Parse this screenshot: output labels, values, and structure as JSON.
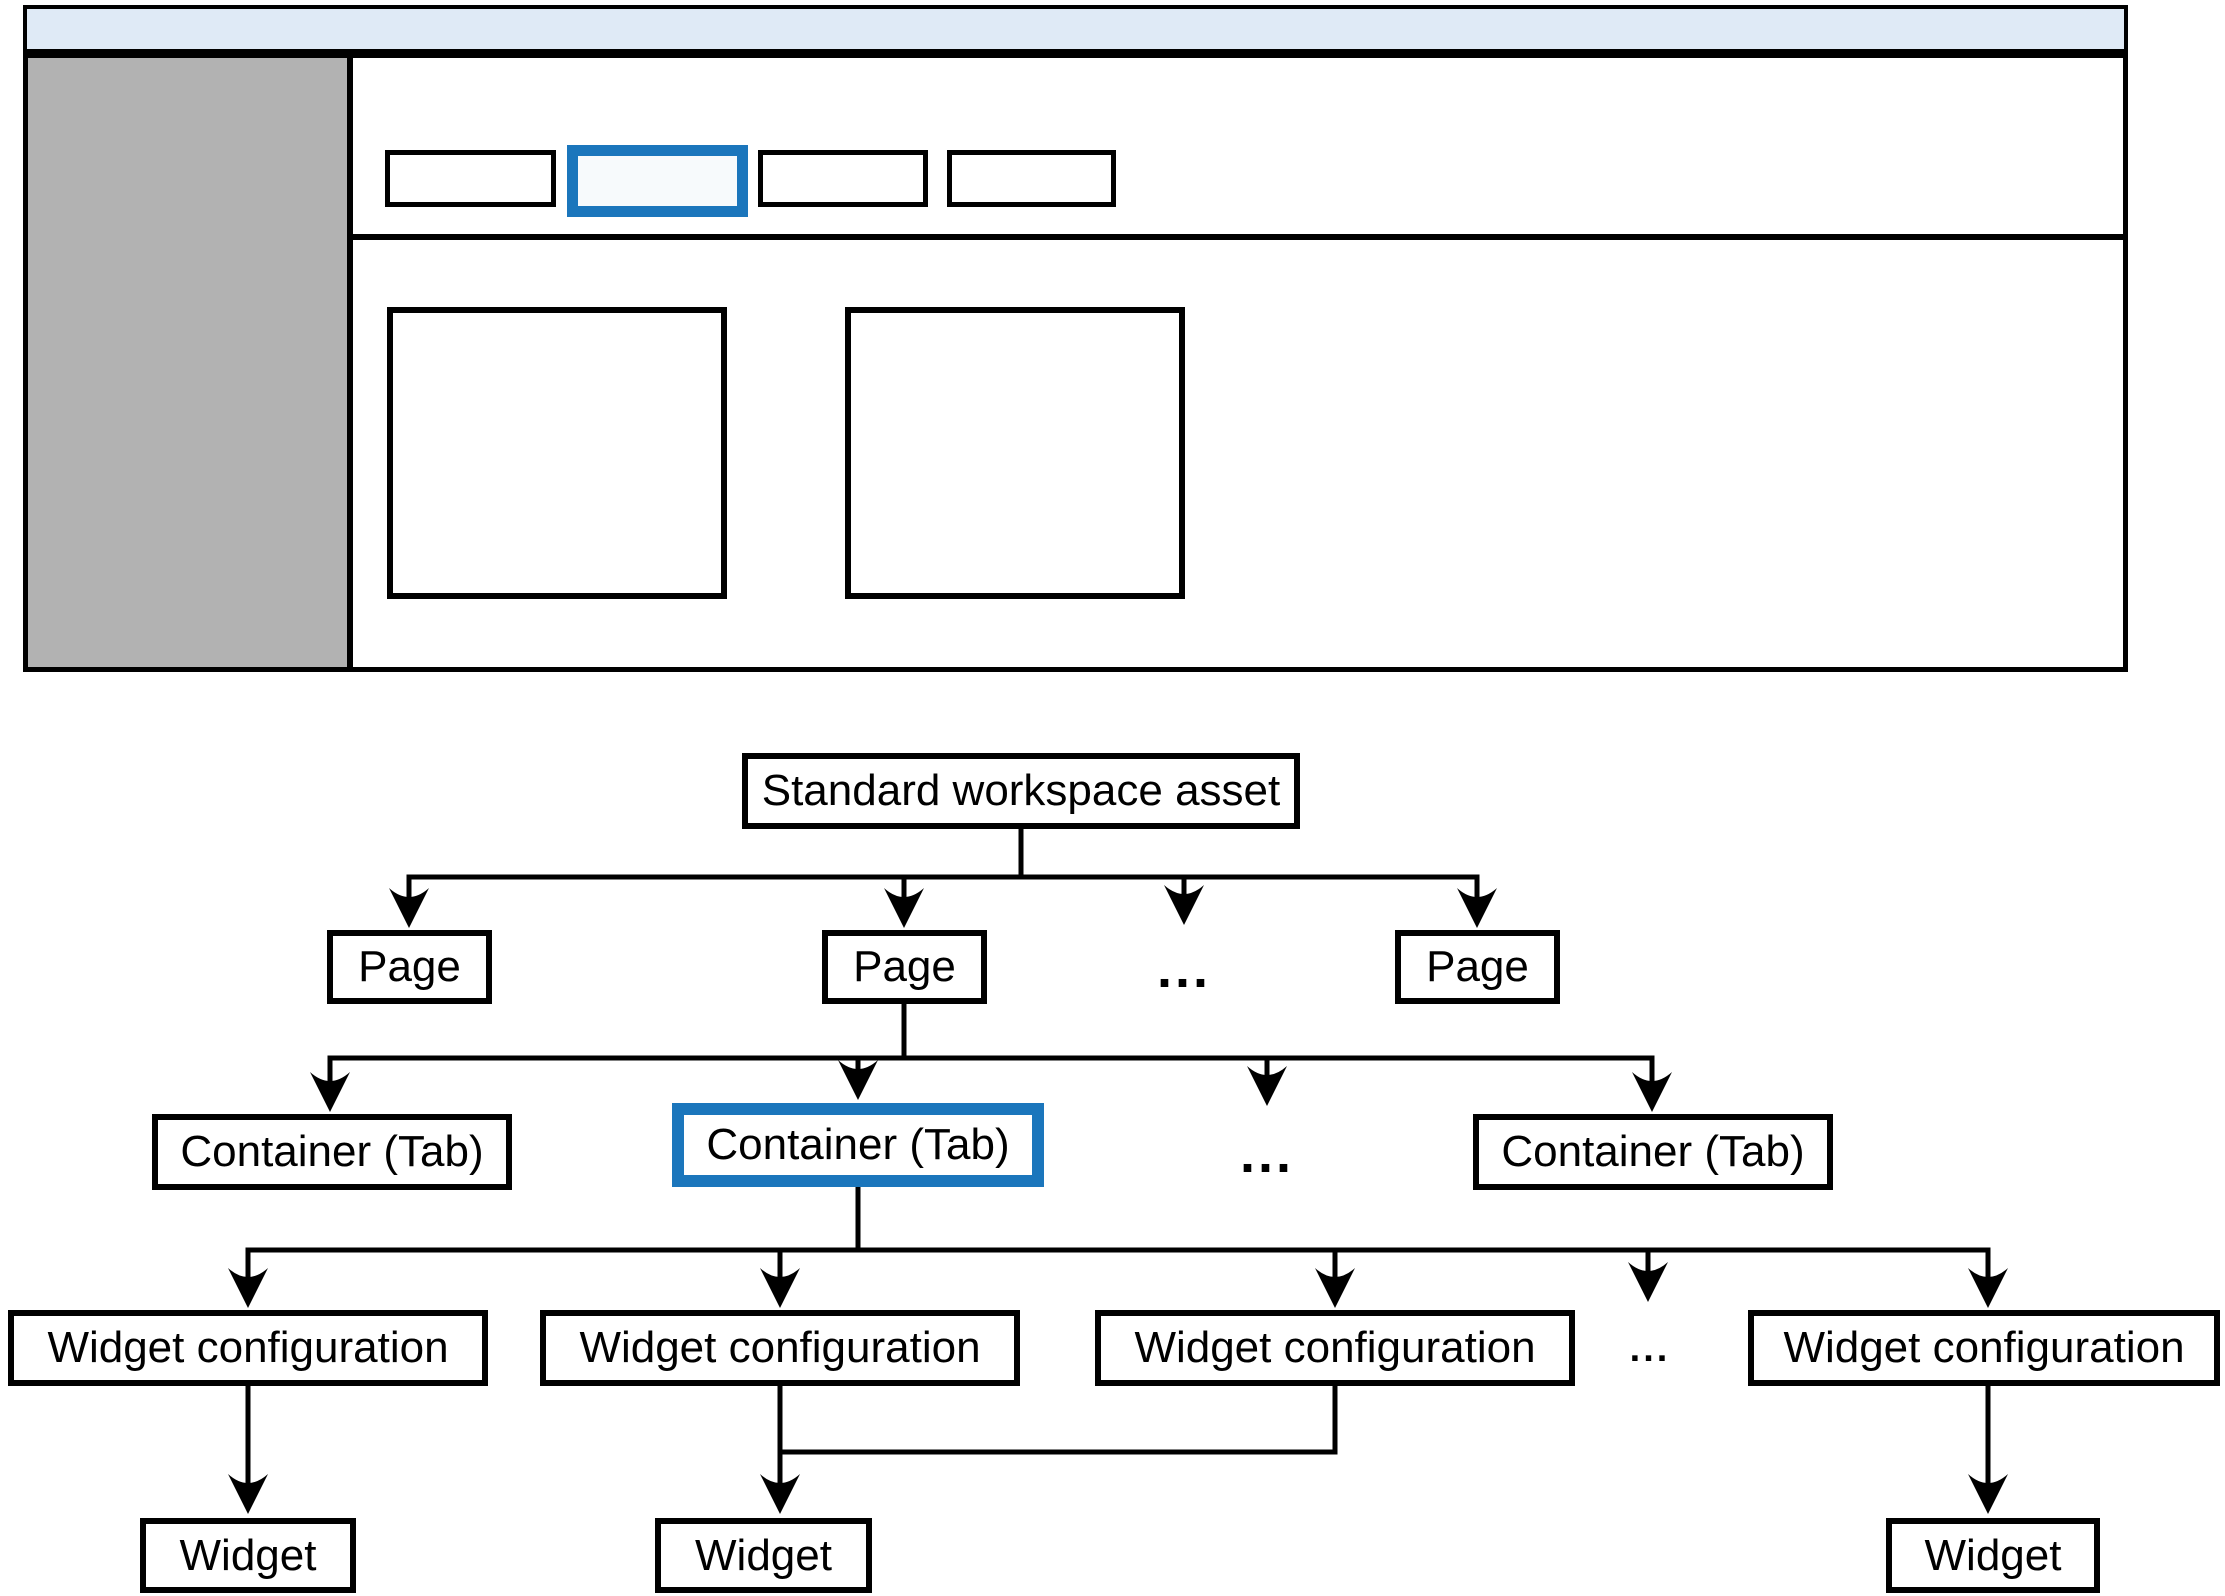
{
  "colors": {
    "accent_blue": "#1b76bc",
    "header_bar_fill": "#dfeaf6",
    "sidebar_fill": "#b2b2b2",
    "active_tab_fill": "#f7fafc",
    "line_color": "#000000"
  },
  "tree": {
    "root": {
      "label": "Standard workspace asset"
    },
    "pages": [
      {
        "label": "Page"
      },
      {
        "label": "Page"
      },
      {
        "label": "..."
      },
      {
        "label": "Page"
      }
    ],
    "containers": [
      {
        "label": "Container (Tab)"
      },
      {
        "label": "Container (Tab)"
      },
      {
        "label": "..."
      },
      {
        "label": "Container (Tab)"
      }
    ],
    "widget_configs": [
      {
        "label": "Widget configuration"
      },
      {
        "label": "Widget configuration"
      },
      {
        "label": "Widget configuration"
      },
      {
        "label": "..."
      },
      {
        "label": "Widget configuration"
      }
    ],
    "widgets": [
      {
        "label": "Widget"
      },
      {
        "label": "Widget"
      },
      {
        "label": "Widget"
      }
    ]
  }
}
